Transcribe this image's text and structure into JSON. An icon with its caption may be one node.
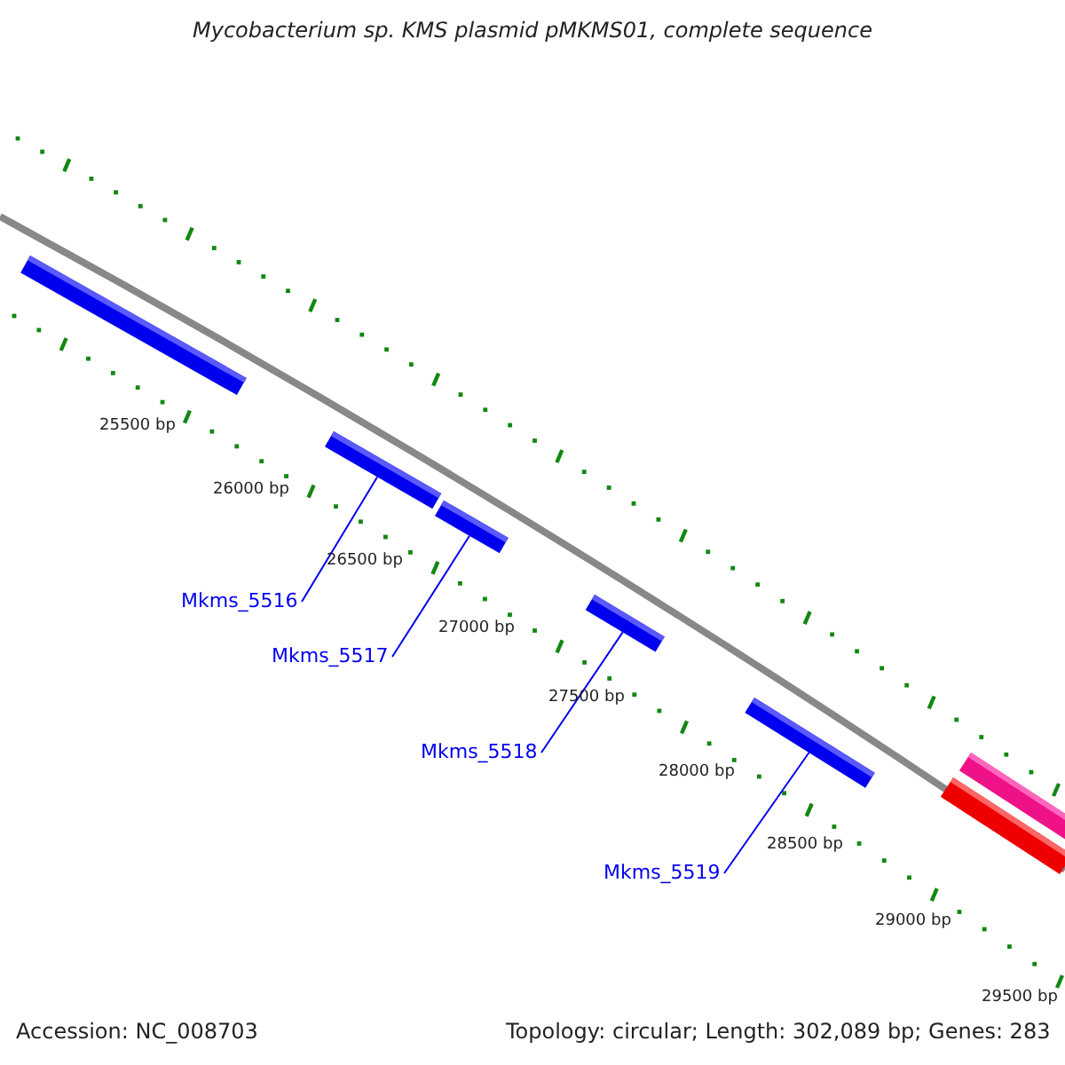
{
  "diagram": {
    "title": "Mycobacterium sp. KMS plasmid pMKMS01, complete sequence",
    "nodes": [
      {
        "text": [],
        "shape": "bar"
      },
      {
        "text": [],
        "shape": "bar"
      },
      {
        "text": [],
        "shape": "bar"
      },
      {
        "text": [],
        "shape": "bar"
      },
      {
        "text": [],
        "shape": "bar"
      },
      {
        "text": [],
        "shape": "bar"
      },
      {
        "text": [],
        "shape": "bar"
      },
      {
        "text": [
          "Mkms_5516"
        ]
      },
      {
        "text": [
          "Mkms_5517"
        ]
      },
      {
        "text": [
          "Mkms_5518"
        ]
      },
      {
        "text": [
          "Mkms_5519"
        ]
      }
    ],
    "edges": [
      {
        "from": 7,
        "to": 1,
        "arrow": "none"
      },
      {
        "from": 8,
        "to": 2,
        "arrow": "none"
      },
      {
        "from": 9,
        "to": 3,
        "arrow": "none"
      },
      {
        "from": 10,
        "to": 4,
        "arrow": "none"
      }
    ],
    "labels": [
      "25500 bp",
      "26000 bp",
      "26500 bp",
      "27000 bp",
      "27500 bp",
      "28000 bp",
      "28500 bp",
      "29000 bp",
      "29500 bp",
      "Accession: NC_008703",
      "Topology: circular; Length: 302,089 bp; Genes: 283"
    ]
  }
}
